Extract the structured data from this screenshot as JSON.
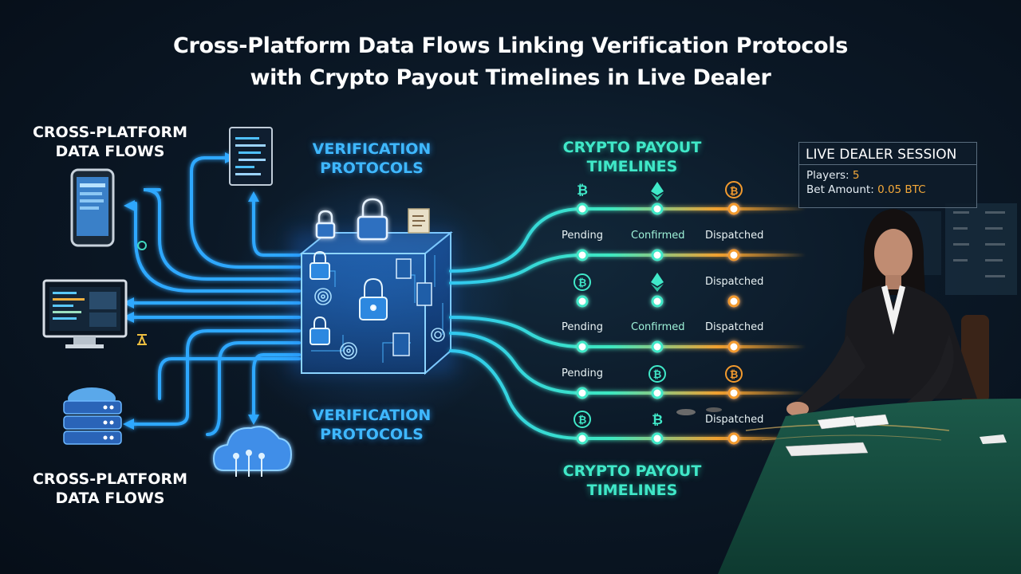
{
  "title": {
    "line1": "Cross-Platform Data Flows Linking Verification Protocols",
    "line2": "with Crypto Payout Timelines in Live Dealer"
  },
  "labels": {
    "data_flows_top": [
      "CROSS-PLATFORM",
      "DATA FLOWS"
    ],
    "data_flows_bottom": [
      "CROSS-PLATFORM",
      "DATA FLOWS"
    ],
    "verification_top": [
      "VERIFICATION",
      "PROTOCOLS"
    ],
    "verification_bottom": [
      "VERIFICATION",
      "PROTOCOLS"
    ],
    "payout_top": [
      "CRYPTO PAYOUT",
      "TIMELINES"
    ],
    "payout_bottom": [
      "CRYPTO PAYOUT",
      "TIMELINES"
    ]
  },
  "timelines": {
    "row1": [
      "bitcoin-icon",
      "ethereum-icon",
      "bitcoin-icon"
    ],
    "row2": [
      "Pending",
      "Confirmed",
      "Dispatched"
    ],
    "row3": [
      "bitcoin-icon",
      "ethereum-icon",
      "Dispatched"
    ],
    "row4": [
      "Pending",
      "Confirmed",
      "Dispatched"
    ],
    "row5": [
      "Pending",
      "bitcoin-icon",
      "bitcoin-icon"
    ],
    "row6": [
      "bitcoin-icon",
      "bitcoin-icon",
      "Dispatched"
    ]
  },
  "session_panel": {
    "header": "LIVE DEALER SESSION",
    "players_label": "Players:",
    "players_value": "5",
    "bet_label": "Bet Amount:",
    "bet_value": "0.05 BTC"
  },
  "colors": {
    "flow_blue": "#2fa8ff",
    "timeline_green": "#34e6c0",
    "timeline_orange": "#f29a2e",
    "accent_value": "#f4a93a"
  }
}
